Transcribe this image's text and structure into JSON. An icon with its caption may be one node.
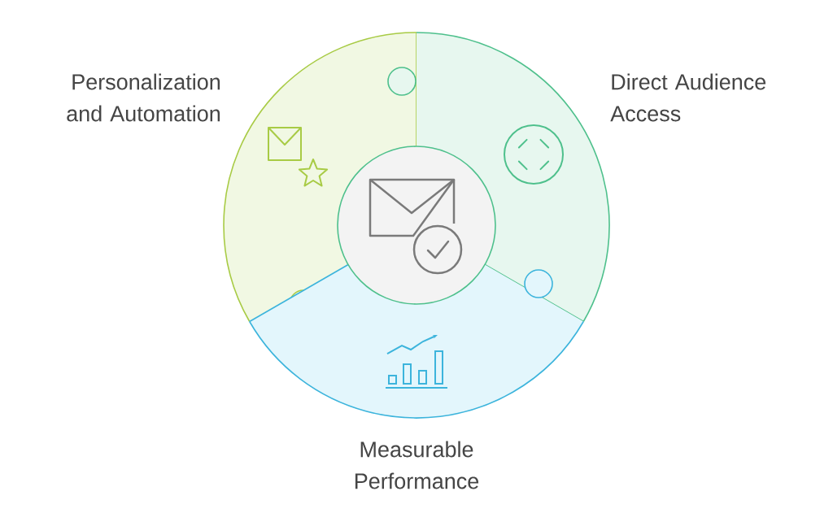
{
  "diagram": {
    "nodes": [
      {
        "text": [
          "Personalization and Automation"
        ]
      },
      {
        "text": [
          "Direct Audience Access"
        ]
      },
      {
        "text": [
          "Measurable Performance"
        ]
      },
      {
        "text": [],
        "shape": "circle"
      }
    ]
  }
}
